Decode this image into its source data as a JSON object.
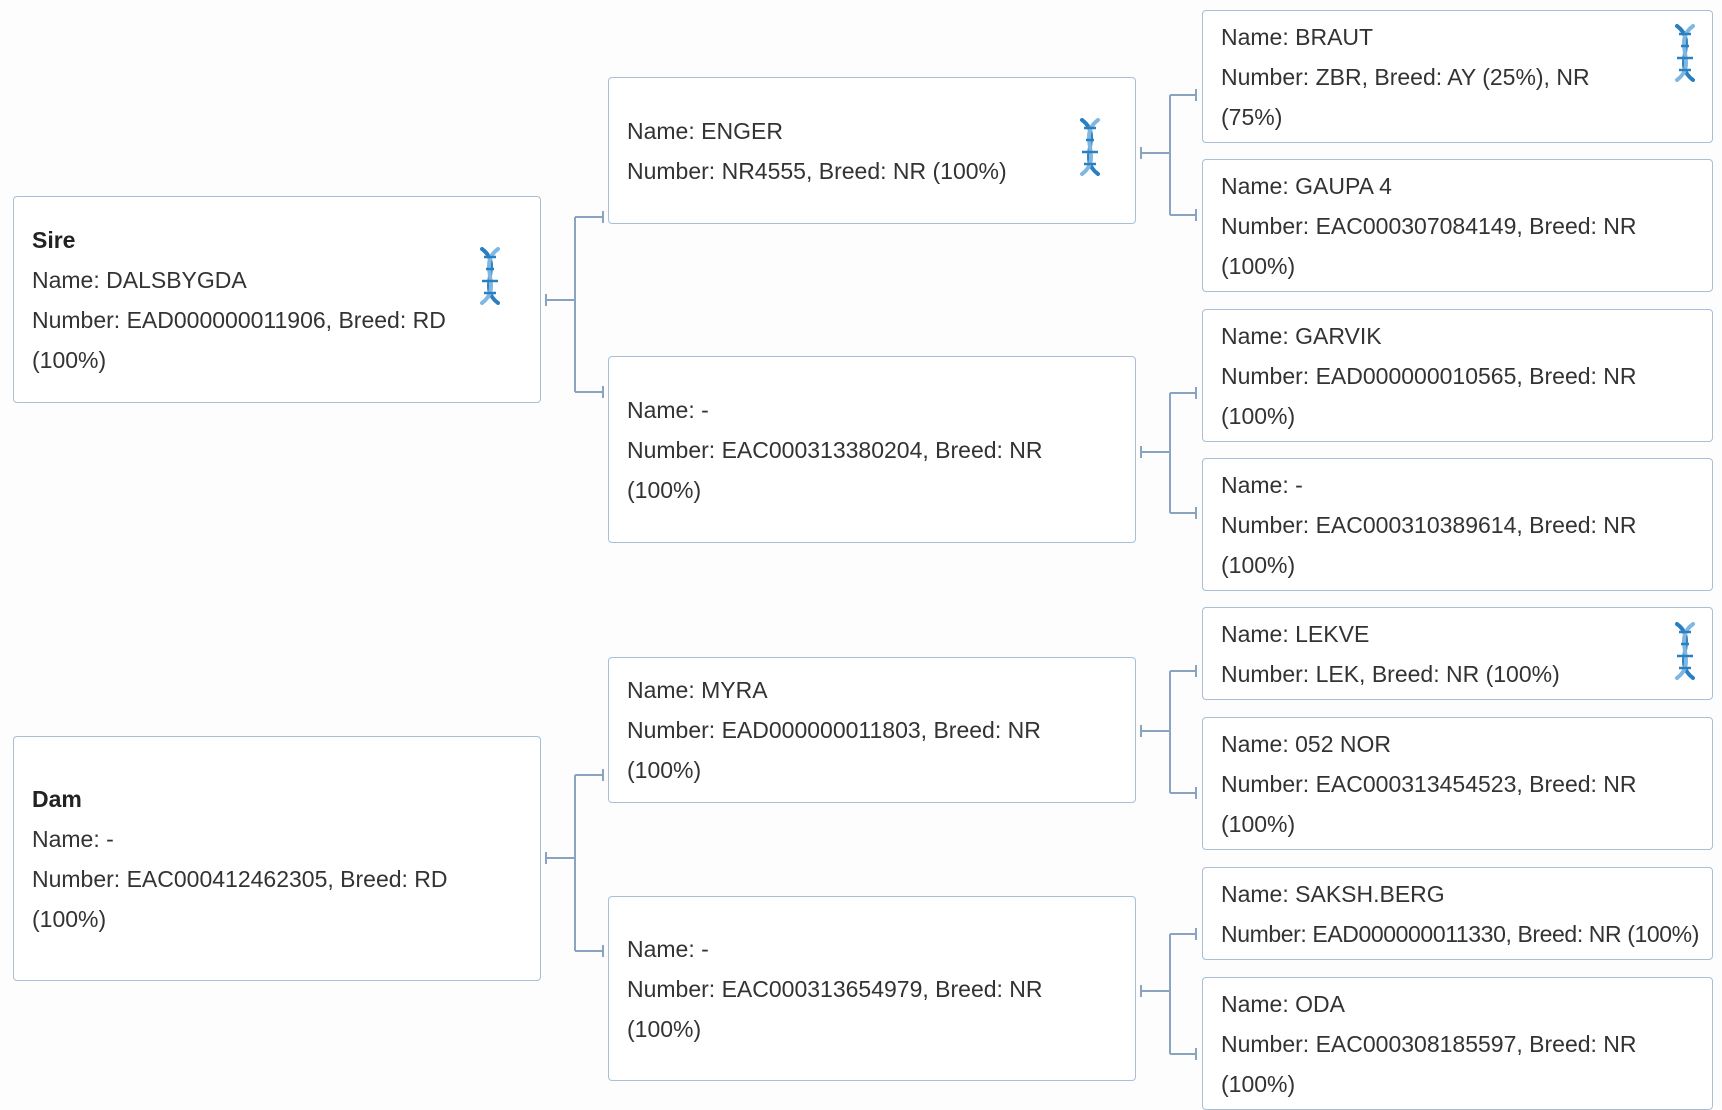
{
  "pedigree": {
    "sire": {
      "role": "Sire",
      "name": "Name: DALSBYGDA",
      "details": "Number: EAD000000011906, Breed: RD (100%)",
      "dna_icon": "dna-icon"
    },
    "dam": {
      "role": "Dam",
      "name": "Name: -",
      "details": "Number: EAC000412462305, Breed: RD (100%)"
    },
    "sire_sire": {
      "name": "Name: ENGER",
      "details": "Number: NR4555, Breed: NR (100%)",
      "dna_icon": "dna-icon"
    },
    "sire_dam": {
      "name": "Name: -",
      "details": "Number: EAC000313380204, Breed: NR (100%)"
    },
    "dam_sire": {
      "name": "Name: MYRA",
      "details": "Number: EAD000000011803, Breed: NR (100%)"
    },
    "dam_dam": {
      "name": "Name: -",
      "details": "Number: EAC000313654979, Breed: NR (100%)"
    },
    "ss_sire": {
      "name": "Name: BRAUT",
      "details": "Number: ZBR, Breed: AY (25%), NR (75%)",
      "dna_icon": "dna-icon"
    },
    "ss_dam": {
      "name": "Name: GAUPA 4",
      "details": "Number: EAC000307084149, Breed: NR (100%)"
    },
    "sd_sire": {
      "name": "Name: GARVIK",
      "details": "Number: EAD000000010565, Breed: NR (100%)"
    },
    "sd_dam": {
      "name": "Name: -",
      "details": "Number: EAC000310389614, Breed: NR (100%)"
    },
    "ds_sire": {
      "name": "Name: LEKVE",
      "details": "Number: LEK, Breed: NR (100%)",
      "dna_icon": "dna-icon"
    },
    "ds_dam": {
      "name": "Name: 052 NOR",
      "details": "Number: EAC000313454523, Breed: NR (100%)"
    },
    "dd_sire": {
      "name": "Name: SAKSH.BERG",
      "details": "Number: EAD000000011330, Breed: NR (100%)"
    },
    "dd_dam": {
      "name": "Name: ODA",
      "details": "Number: EAC000308185597, Breed: NR (100%)"
    }
  },
  "colors": {
    "border": "#a9bfd6",
    "connector": "#8aa4c0",
    "dna_primary": "#2a7fc0",
    "dna_light": "#7fb7e3"
  }
}
